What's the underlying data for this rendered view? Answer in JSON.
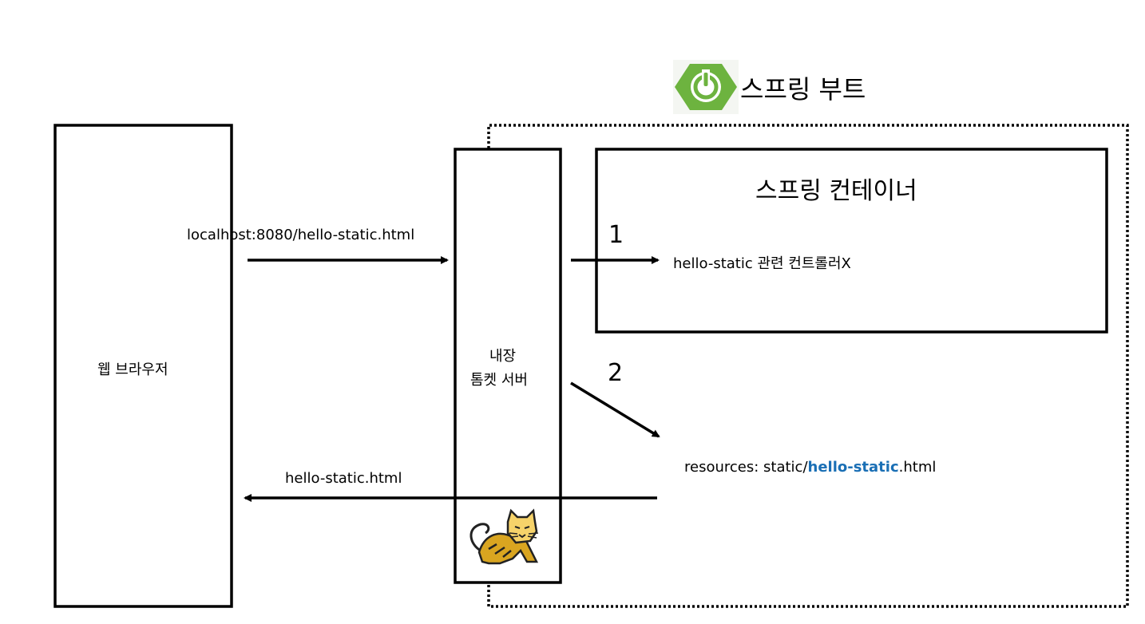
{
  "spring_boot": {
    "logo_icon": "spring-power-icon",
    "title": "스프링 부트",
    "logo_color": "#6db33f"
  },
  "browser": {
    "label": "웹 브라우저"
  },
  "tomcat": {
    "line1": "내장",
    "line2": "톰켓 서버",
    "logo_icon": "tomcat-cat-icon",
    "logo_color": "#d9a520"
  },
  "container": {
    "title": "스프링 컨테이너",
    "controller_note": "hello-static 관련 컨트롤러X"
  },
  "requests": {
    "url": "localhost:8080/hello-static.html",
    "step1": "1",
    "step2": "2",
    "response": "hello-static.html"
  },
  "resources": {
    "prefix": "resources: static/",
    "highlight": "hello-static",
    "suffix": ".html",
    "highlight_color": "#1a6fb5"
  }
}
